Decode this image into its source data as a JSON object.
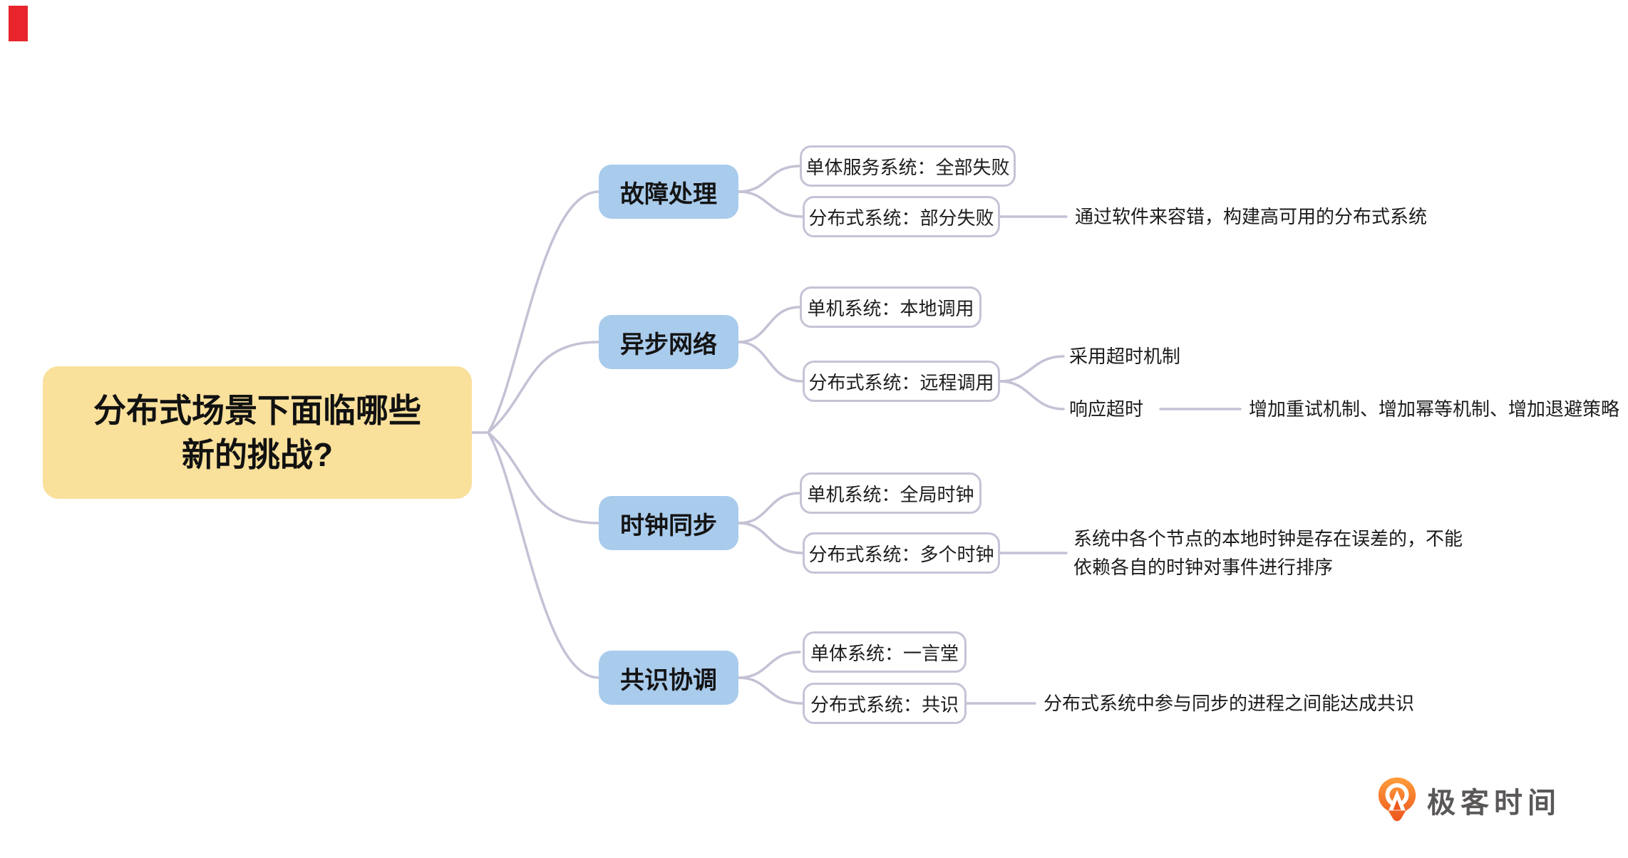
{
  "marker": {
    "color": "#E8252C"
  },
  "root": {
    "label_line1": "分布式场景下面临哪些",
    "label_line2": "新的挑战?"
  },
  "branches": [
    {
      "label": "故障处理",
      "children": [
        {
          "label": "单体服务系统：全部失败"
        },
        {
          "label": "分布式系统：部分失败",
          "note": "通过软件来容错，构建高可用的分布式系统"
        }
      ]
    },
    {
      "label": "异步网络",
      "children": [
        {
          "label": "单机系统：本地调用"
        },
        {
          "label": "分布式系统：远程调用",
          "subitems": [
            {
              "label": "采用超时机制"
            },
            {
              "label": "响应超时",
              "note": "增加重试机制、增加幂等机制、增加退避策略"
            }
          ]
        }
      ]
    },
    {
      "label": "时钟同步",
      "children": [
        {
          "label": "单机系统：全局时钟"
        },
        {
          "label": "分布式系统：多个时钟",
          "note_line1": "系统中各个节点的本地时钟是存在误差的，不能",
          "note_line2": "依赖各自的时钟对事件进行排序"
        }
      ]
    },
    {
      "label": "共识协调",
      "children": [
        {
          "label": "单体系统：一言堂"
        },
        {
          "label": "分布式系统：共识",
          "note": "分布式系统中参与同步的进程之间能达成共识"
        }
      ]
    }
  ],
  "logo": {
    "text": "极客时间"
  },
  "colors": {
    "root_bg": "#F9E09B",
    "branch_bg": "#A9CBEC",
    "line": "#C3C2D5",
    "logo_orange_top": "#FF9D3B",
    "logo_orange_bottom": "#EC571D",
    "logo_text": "#5A5757",
    "marker_red": "#E8252C"
  }
}
